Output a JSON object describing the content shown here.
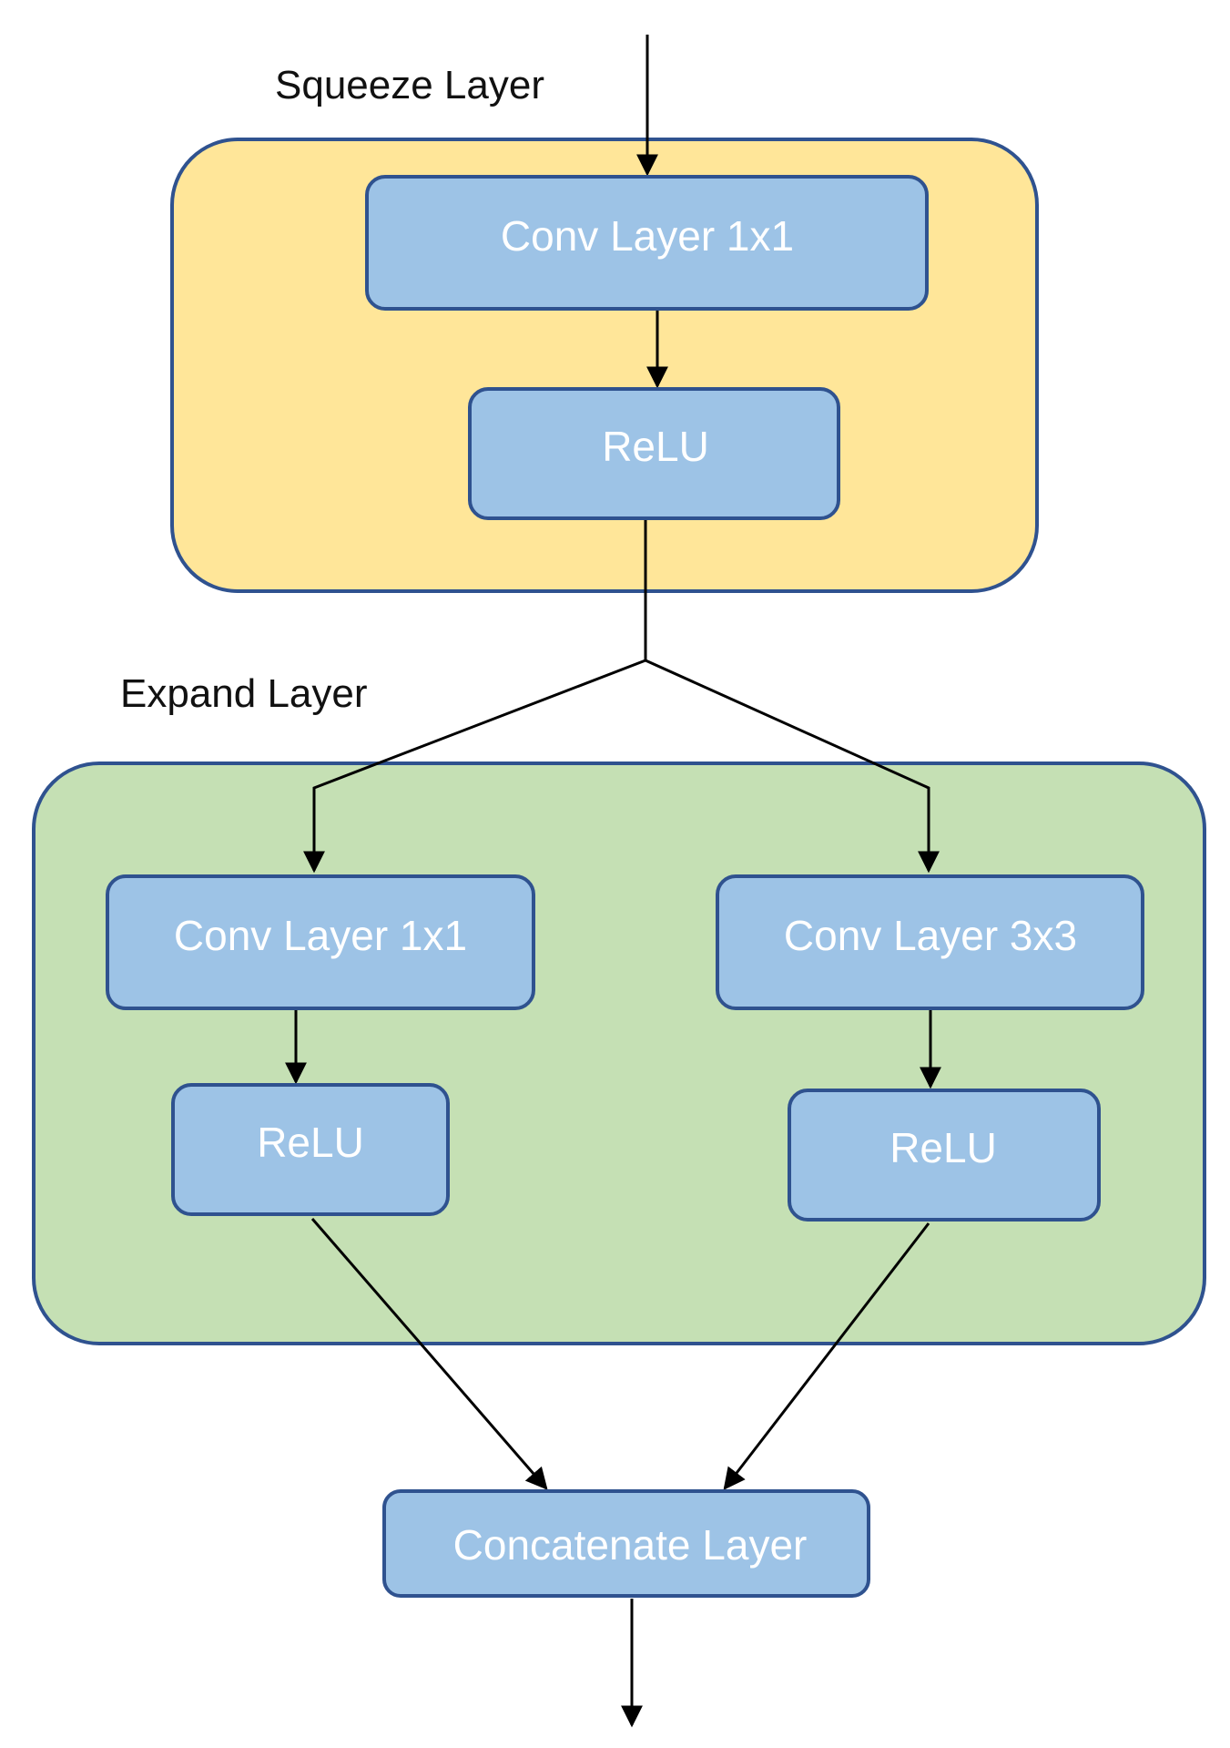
{
  "groups": {
    "squeeze": {
      "label": "Squeeze Layer",
      "fill": "#FFE699",
      "stroke": "#2F528F"
    },
    "expand": {
      "label": "Expand Layer",
      "fill": "#C5E0B4",
      "stroke": "#2F528F"
    }
  },
  "nodes": {
    "squeeze_conv": {
      "label": "Conv Layer 1x1"
    },
    "squeeze_relu": {
      "label": "ReLU"
    },
    "expand_conv_1x1": {
      "label": "Conv Layer 1x1"
    },
    "expand_relu_left": {
      "label": "ReLU"
    },
    "expand_conv_3x3": {
      "label": "Conv Layer 3x3"
    },
    "expand_relu_right": {
      "label": "ReLU"
    },
    "concat": {
      "label": "Concatenate Layer"
    }
  },
  "colors": {
    "node_fill": "#9DC3E6",
    "node_stroke": "#2F528F",
    "node_text": "#FFFFFF",
    "edge": "#000000"
  }
}
